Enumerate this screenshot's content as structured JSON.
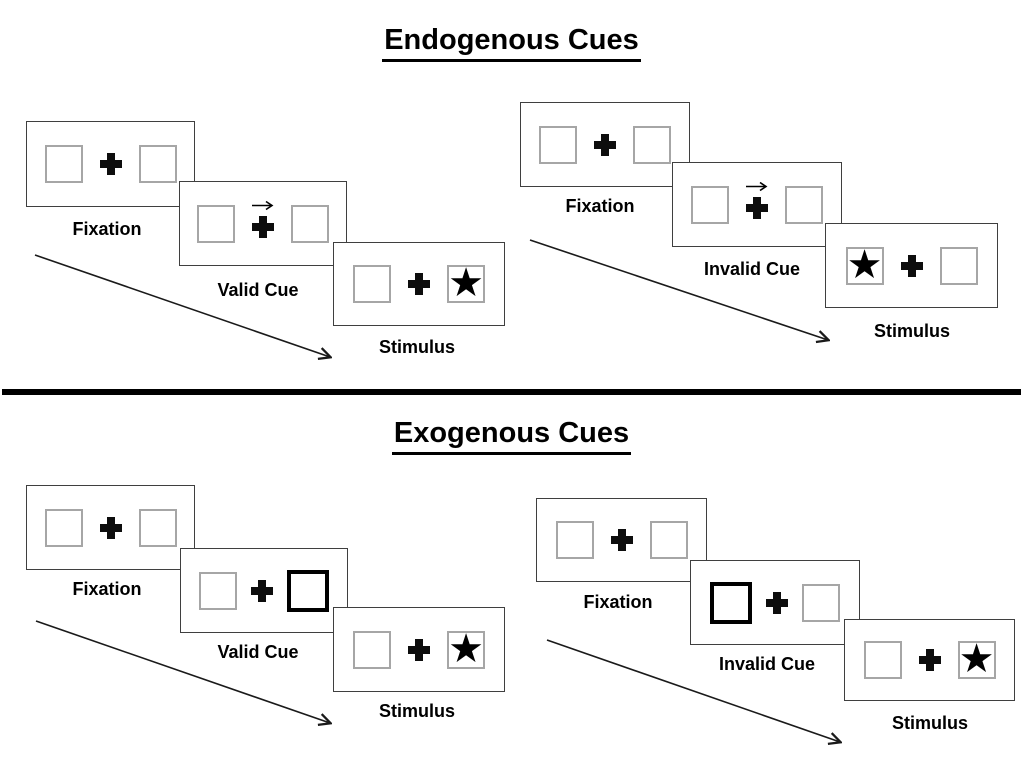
{
  "diagram": {
    "glyphs": {
      "star": "★"
    },
    "colors": {
      "ink": "#000000",
      "panel_border": "#3f3f3f",
      "square_border": "#a6a6a6",
      "cue_border": "#000000",
      "divider": "#000000"
    },
    "sections": [
      {
        "title": "Endogenous Cues",
        "groups": [
          {
            "name": "endogenous-valid",
            "panels": [
              {
                "label": "Fixation"
              },
              {
                "label": "Valid Cue"
              },
              {
                "label": "Stimulus"
              }
            ]
          },
          {
            "name": "endogenous-invalid",
            "panels": [
              {
                "label": "Fixation"
              },
              {
                "label": "Invalid Cue"
              },
              {
                "label": "Stimulus"
              }
            ]
          }
        ]
      },
      {
        "title": "Exogenous Cues",
        "groups": [
          {
            "name": "exogenous-valid",
            "panels": [
              {
                "label": "Fixation"
              },
              {
                "label": "Valid Cue"
              },
              {
                "label": "Stimulus"
              }
            ]
          },
          {
            "name": "exogenous-invalid",
            "panels": [
              {
                "label": "Fixation"
              },
              {
                "label": "Invalid Cue"
              },
              {
                "label": "Stimulus"
              }
            ]
          }
        ]
      }
    ]
  }
}
